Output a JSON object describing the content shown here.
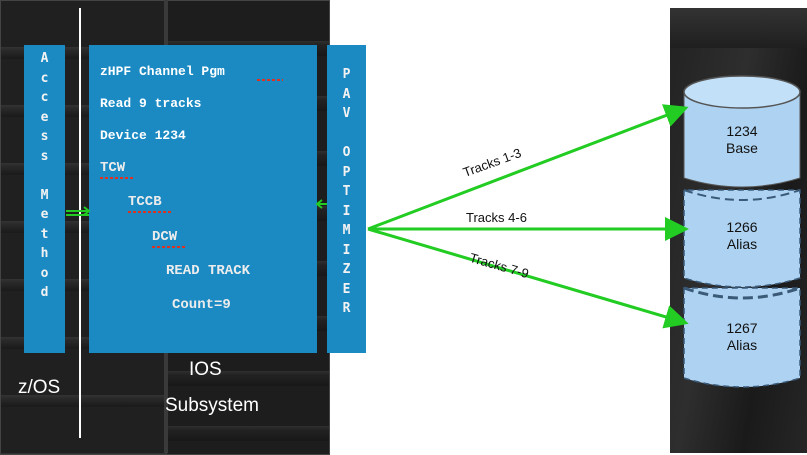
{
  "access_method": {
    "letters": [
      "A",
      "c",
      "c",
      "e",
      "s",
      "s",
      " ",
      "M",
      "e",
      "t",
      "h",
      "o",
      "d"
    ]
  },
  "channel_program": {
    "lines": [
      "zHPF Channel Pgm",
      "Read 9 tracks",
      "Device 1234",
      "TCW",
      "TCCB",
      "DCW",
      "READ TRACK",
      "Count=9"
    ]
  },
  "pav_optimizer": {
    "letters": [
      "P",
      "A",
      "V",
      " ",
      "O",
      "P",
      "T",
      "I",
      "M",
      "I",
      "Z",
      "E",
      "R"
    ]
  },
  "captions": {
    "zos": "z/OS",
    "ios": "IOS",
    "subsystem": "Subsystem"
  },
  "volumes": [
    {
      "number": "1234",
      "type": "Base"
    },
    {
      "number": "1266",
      "type": "Alias"
    },
    {
      "number": "1267",
      "type": "Alias"
    }
  ],
  "tracks": [
    "Tracks 1-3",
    "Tracks 4-6",
    "Tracks 7-9"
  ],
  "colors": {
    "box_blue": "#1b8ac3",
    "arrow_green": "#22cc22",
    "volume_blue": "#aed3f2"
  }
}
